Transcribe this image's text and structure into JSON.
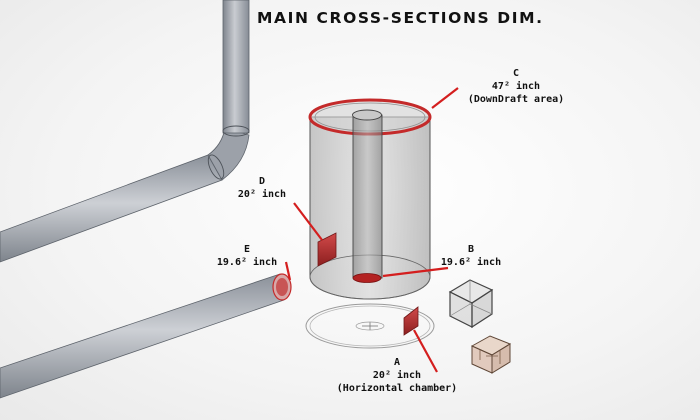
{
  "title": "MAIN CROSS-SECTIONS DIM.",
  "sections": {
    "a": {
      "letter": "A",
      "value": "20² inch",
      "note": "(Horizontal chamber)"
    },
    "b": {
      "letter": "B",
      "value": "19.6² inch"
    },
    "c": {
      "letter": "C",
      "value": "47² inch",
      "note": "(DownDraft area)"
    },
    "d": {
      "letter": "D",
      "value": "20² inch"
    },
    "e": {
      "letter": "E",
      "value": "19.6² inch"
    }
  },
  "colors": {
    "accent": "#d41e1e",
    "marker": "#c42a2a",
    "steel": "#8d939c",
    "glass": "#bdbdbd"
  }
}
